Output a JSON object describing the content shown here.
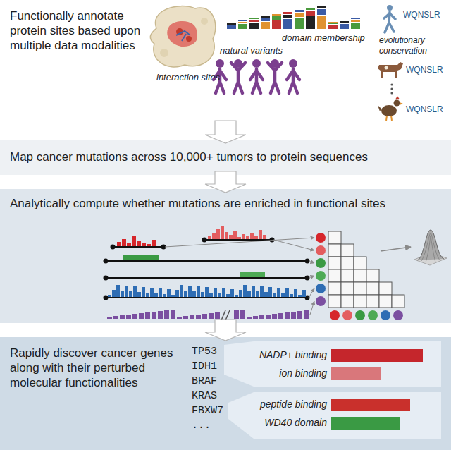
{
  "diagram": {
    "nodes": [
      {
        "text": [
          "Functionally annotate protein sites based upon multiple data modalities"
        ]
      },
      {
        "text": [
          "Map cancer mutations across 10,000+ tumors to protein sequences"
        ]
      },
      {
        "text": [
          "Analytically compute whether mutations are enriched in functional sites"
        ]
      },
      {
        "text": [
          "Rapidly discover cancer genes along with their perturbed molecular functionalities"
        ]
      }
    ],
    "edges": [
      {
        "from": 0,
        "to": 1,
        "arrow": "to"
      },
      {
        "from": 1,
        "to": 2,
        "arrow": "to"
      },
      {
        "from": 2,
        "to": 3,
        "arrow": "to"
      }
    ],
    "labels": [
      "interaction sites",
      "domain membership",
      "natural variants",
      "evolutionary conservation",
      "WQNSLR",
      "WQNSLR",
      "WQNSLR",
      "TP53",
      "IDH1",
      "BRAF",
      "KRAS",
      "FBXW7",
      "...",
      "NADP+ binding",
      "ion binding",
      "peptide binding",
      "WD40 domain"
    ]
  }
}
